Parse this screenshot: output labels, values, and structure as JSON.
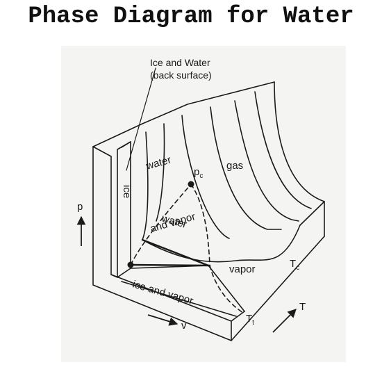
{
  "title": "Phase Diagram for Water",
  "labels": {
    "ice_and_water_line1": "Ice and Water",
    "ice_and_water_line2": "(back surface)",
    "water": "water",
    "gas": "gas",
    "ice": "ice",
    "pc_main": "p",
    "pc_sub": "c",
    "water_and_vapor_line1": "water",
    "water_and_vapor_line2": "and vapor",
    "vapor": "vapor",
    "tc_main": "T",
    "tc_sub": "c",
    "ice_and_vapor": "ice and vapor",
    "tt_main": "T",
    "tt_sub": "t"
  },
  "axes": {
    "p": "p",
    "v": "v",
    "T": "T"
  },
  "colors": {
    "ink": "#1a1a1a",
    "paper": "#f4f4f2",
    "background": "#ffffff"
  }
}
